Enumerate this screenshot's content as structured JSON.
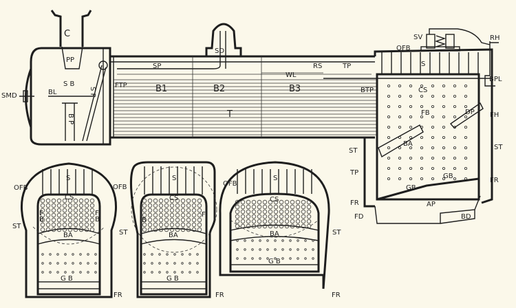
{
  "side_view": {
    "chimney": "C",
    "petticoat_pipe": "PP",
    "smokebox_door": "SMD",
    "blower_pipe_sb": "S B",
    "blast_line": "BL",
    "blast_pipe": "B P",
    "steam_pipe_vertical": "S P",
    "steam_pipe": "SP",
    "front_tube_plate": "FTP",
    "barrel_1": "B1",
    "barrel_2": "B2",
    "barrel_3": "B3",
    "regulator_shaft": "RS",
    "water_level": "WL",
    "tube_plate_top": "TP",
    "steam_dome": "SD",
    "safety_valve": "SV",
    "outer_firebox": "OFB",
    "stays": "S",
    "regulator_handle": "RH",
    "backplate": "BPL",
    "crown_sheet": "CS",
    "back_tube_plate": "BTP",
    "tubes": "T",
    "firebox": "FB",
    "deflector_plate": "DP",
    "firehole": "FH",
    "side_stays_right": "ST",
    "side_stays_left": "ST",
    "brick_arch": "BA",
    "throat_plate": "TP",
    "foundation_ring_left": "FR",
    "foundation_ring_right": "FR",
    "grate_bars_1": "GB",
    "grate_bars_2": "GB",
    "ashpan": "AP",
    "fire_door": "FD",
    "bottom_door": "BD"
  },
  "sections": [
    {
      "stays": "S",
      "outer_firebox": "OFB",
      "crown_sheet": "CS",
      "firebox_f": "F",
      "firebox_b": "B",
      "firebox_f2": "F",
      "firebox_b2": "B",
      "side_stays": "ST",
      "brick_arch": "BA",
      "grate_bars": "G B",
      "foundation_ring": "FR"
    },
    {
      "stays": "S",
      "outer_firebox": "OFB",
      "crown_sheet": "CS",
      "firebox_b": "B",
      "firebox_f": "F",
      "side_stays": "ST",
      "brick_arch": "BA",
      "grate_bars": "G B",
      "foundation_ring": "FR"
    },
    {
      "stays": "S",
      "outer_firebox": "OFB",
      "crown_sheet": "CS",
      "side_stays": "ST",
      "brick_arch": "BA",
      "grate_bars": "G B",
      "foundation_ring": "FR"
    }
  ]
}
